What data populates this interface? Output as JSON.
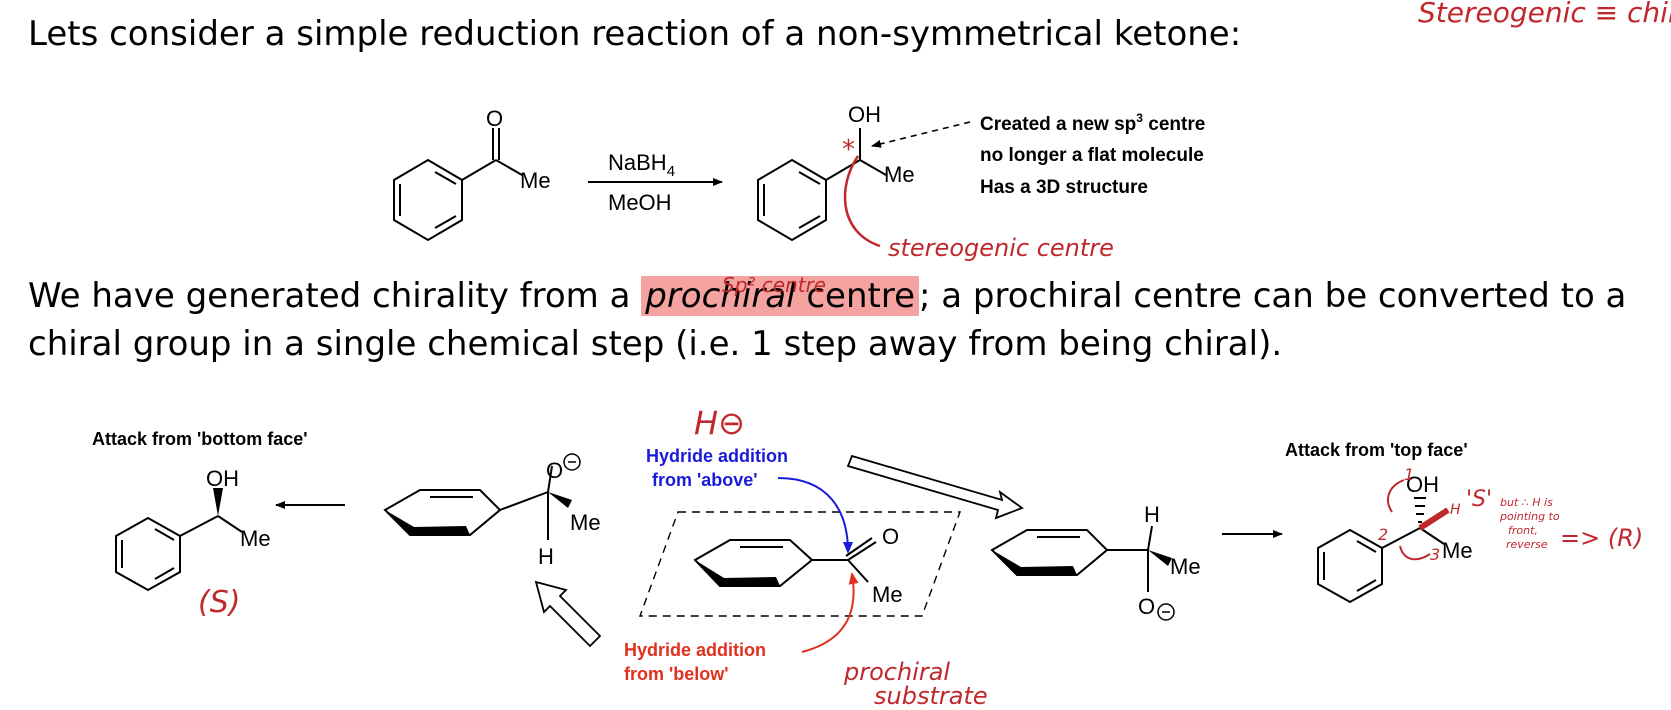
{
  "intro": {
    "line1": "Lets consider a simple reduction reaction of a non-symmetrical ketone:",
    "para2_before": "We have generated chirality from a ",
    "para2_italic": "prochiral",
    "para2_hl_rest": " centre",
    "para2_after": "; a prochiral centre can be converted to a",
    "para3": "chiral group in a single chemical step (i.e. 1 step away from being chiral)."
  },
  "notes": {
    "top_right": "Stereogenic ≡ chiral",
    "sp2": "Sp² centre",
    "stereogenic_centre": "stereogenic centre",
    "hydride_symbol": "H⊖",
    "prochiral_substrate_1": "prochiral",
    "prochiral_substrate_2": "substrate",
    "S_label": "(S)",
    "R_label": "=> (R)",
    "S_quote": "'S'",
    "but_note_1": "but ∴ H is",
    "but_note_2": "pointing to",
    "but_note_3": "front,",
    "but_note_4": "reverse",
    "priority_1": "1",
    "priority_2": "2",
    "priority_3": "3",
    "asterisk": "*",
    "note_H": "H"
  },
  "reaction": {
    "reagent_top": "NaBH",
    "reagent_top_sub": "4",
    "reagent_bottom": "MeOH",
    "ketone_O": "O",
    "ketone_Me": "Me",
    "prod_OH": "OH",
    "prod_Me": "Me",
    "callout_1a": "Created a new sp",
    "callout_1sup": "3",
    "callout_1b": " centre",
    "callout_2": "no longer a flat molecule",
    "callout_3": "Has a 3D structure"
  },
  "lower": {
    "bottom_face_title": "Attack from 'bottom face'",
    "top_face_title": "Attack from 'top face'",
    "hydride_above_1": "Hydride addition",
    "hydride_above_2": "from 'above'",
    "hydride_below_1": "Hydride addition",
    "hydride_below_2": "from 'below'",
    "left_OH": "OH",
    "left_Me": "Me",
    "mid_left_O": "O",
    "mid_left_Me": "Me",
    "mid_left_H": "H",
    "center_O": "O",
    "center_Me": "Me",
    "mid_right_H": "H",
    "mid_right_Me": "Me",
    "mid_right_O": "O",
    "right_OH": "OH",
    "right_Me": "Me",
    "right_H": "H"
  },
  "colors": {
    "text": "#000000",
    "ink_red": "#c0282d",
    "label_red": "#e0301e",
    "label_blue": "#1a1adb",
    "highlight": "#f4a3a0"
  }
}
